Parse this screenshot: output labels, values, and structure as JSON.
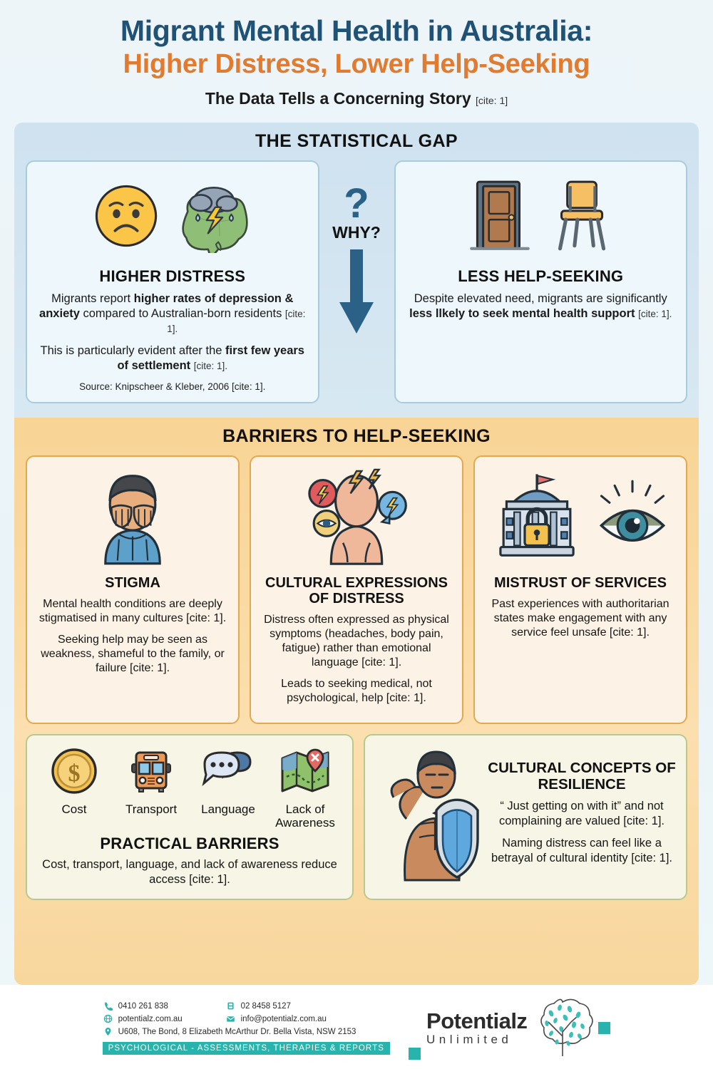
{
  "header": {
    "title_line1": "Migrant Mental Health in Australia:",
    "title_line2": "Higher Distress, Lower Help-Seeking",
    "subtitle": "The Data Tells a Concerning Story",
    "subtitle_cite": "[cite: 1]",
    "colors": {
      "title_blue": "#1F5275",
      "title_orange": "#E07B2F"
    }
  },
  "statistical_gap": {
    "section_title": "THE STATISTICAL GAP",
    "bg_color": "#CFE2EF",
    "why": {
      "question_mark": "?",
      "label": "WHY?",
      "arrow_color": "#2B6186"
    },
    "cards": [
      {
        "title": "HIGHER DISTRESS",
        "icons": [
          "sad-face-icon",
          "australia-storm-icon"
        ],
        "paragraphs": [
          {
            "text_before": "Migrants report ",
            "bold": "higher rates of depression & anxiety",
            "text_after": " compared to Australian-born residents ",
            "cite": "[cite: 1]."
          },
          {
            "text_before": "This is particularly evident after the ",
            "bold": "first few years of settlement",
            "text_after": " ",
            "cite": "[cite: 1]."
          }
        ],
        "source": "Source: Knipscheer & Kleber, 2006 [cite: 1]."
      },
      {
        "title": "LESS HELP-SEEKING",
        "icons": [
          "door-icon",
          "empty-chair-icon"
        ],
        "paragraphs": [
          {
            "text_before": "Despite elevated need, migrants are significantly ",
            "bold": "less llkely to seek mental health support",
            "text_after": " ",
            "cite": "[cite: 1]."
          }
        ],
        "source": ""
      }
    ]
  },
  "barriers": {
    "section_title": "BARRIERS TO HELP-SEEKING",
    "bg_color": "#F8D495",
    "cards": [
      {
        "title": "STIGMA",
        "icons": [
          "person-covering-face-icon"
        ],
        "paragraphs": [
          "Mental health conditions are deeply stigmatised in many cultures [cite: 1].",
          "Seeking help may be seen as weakness, shameful to the family, or failure [cite: 1]."
        ]
      },
      {
        "title": "CULTURAL EXPRESSIONS OF DISTRESS",
        "icons": [
          "body-pain-symptoms-icon"
        ],
        "paragraphs": [
          "Distress often expressed as physical symptoms (headaches, body pain, fatigue) rather than emotional language [cite: 1].",
          "Leads to seeking medical, not psychological, help [cite: 1]."
        ]
      },
      {
        "title": "MISTRUST OF SERVICES",
        "icons": [
          "government-building-lock-icon",
          "watching-eye-icon"
        ],
        "paragraphs": [
          "Past experiences with authoritarian states make engagement with any service feel unsafe [cite: 1]."
        ]
      }
    ],
    "practical": {
      "title": "PRACTICAL BARRIERS",
      "description": "Cost, transport, language, and lack of awareness reduce access [cite: 1].",
      "items": [
        {
          "label": "Cost",
          "icon": "coin-dollar-icon"
        },
        {
          "label": "Transport",
          "icon": "bus-icon"
        },
        {
          "label": "Language",
          "icon": "speech-bubbles-icon"
        },
        {
          "label": "Lack of Awareness",
          "icon": "folded-map-pin-icon"
        }
      ]
    },
    "resilience": {
      "title": "CULTURAL CONCEPTS OF RESILIENCE",
      "icon": "flexing-person-shield-icon",
      "paragraphs": [
        "“ Just getting on with it” and not complaining are valued [cite: 1].",
        "Naming distress can feel like a betrayal of cultural identity [cite: 1]."
      ]
    }
  },
  "footer": {
    "contacts": [
      {
        "icon": "phone-icon",
        "value": "0410  261 838"
      },
      {
        "icon": "fax-icon",
        "value": "02 8458 5127"
      },
      {
        "icon": "globe-icon",
        "value": "potentialz.com.au"
      },
      {
        "icon": "envelope-icon",
        "value": "info@potentialz.com.au"
      },
      {
        "icon": "location-pin-icon",
        "value": "U608, The Bond, 8 Elizabeth McArthur Dr. Bella Vista, NSW 2153"
      }
    ],
    "tagline": "PSYCHOLOGICAL - ASSESSMENTS, THERAPIES & REPORTS",
    "brand_name": "Potentialz",
    "brand_sub": "Unlimited",
    "accent_color": "#28B3AC"
  }
}
